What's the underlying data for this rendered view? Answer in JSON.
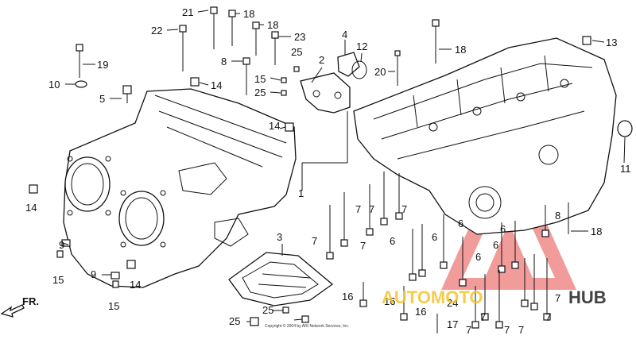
{
  "fr_arrow_label": "FR.",
  "watermark": {
    "text_left": "AUTOMOTO",
    "text_right": "HUB",
    "color_left": "#f4c430",
    "color_right": "#222222",
    "triangle_color": "#e84a4a"
  },
  "copyright": "Copyright © 2004 by ARI Network Services, Inc.",
  "callouts": [
    "21",
    "18",
    "22",
    "18",
    "23",
    "19",
    "8",
    "25",
    "4",
    "12",
    "2",
    "13",
    "18",
    "20",
    "10",
    "14",
    "15",
    "25",
    "5",
    "14",
    "11",
    "1",
    "14",
    "7",
    "7",
    "7",
    "8",
    "18",
    "7",
    "7",
    "6",
    "6",
    "6",
    "6",
    "6",
    "9",
    "15",
    "3",
    "9",
    "15",
    "14",
    "16",
    "16",
    "16",
    "24",
    "7",
    "25",
    "25",
    "17",
    "7",
    "7",
    "7",
    "7",
    "7",
    "6"
  ]
}
